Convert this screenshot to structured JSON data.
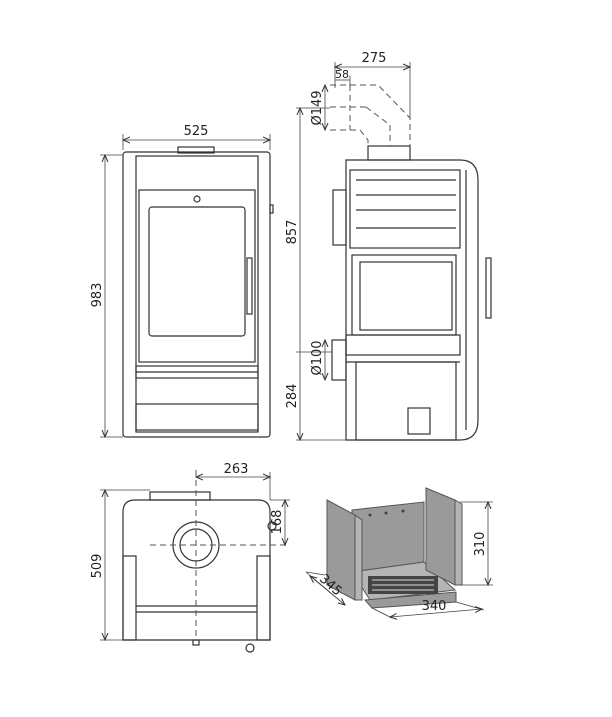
{
  "front_view": {
    "width_label": "525",
    "height_label": "983"
  },
  "side_view": {
    "flue_offset_label": "275",
    "flue_setback_label": "58",
    "flue_diameter_label": "Ø149",
    "flue_height_label": "857",
    "air_inlet_diameter_label": "Ø100",
    "air_inlet_height_label": "284"
  },
  "top_view": {
    "flue_center_x_label": "263",
    "flue_center_y_label": "168",
    "depth_label": "509"
  },
  "firebox": {
    "height_label": "310",
    "depth_label": "345",
    "width_label": "340"
  },
  "colors": {
    "line": "#333333",
    "firebox_fill": "#9a9a9a"
  }
}
